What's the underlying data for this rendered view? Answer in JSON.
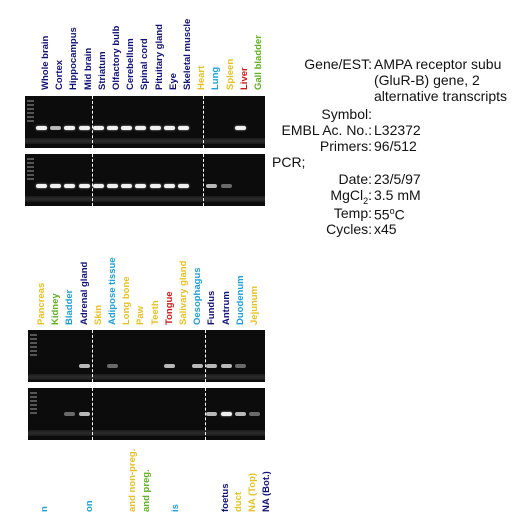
{
  "panel1": {
    "lanes": [
      {
        "label": "Whole brain",
        "color": "#10107a"
      },
      {
        "label": "Cortex",
        "color": "#10107a"
      },
      {
        "label": "Hippocampus",
        "color": "#10107a"
      },
      {
        "label": "Mid brain",
        "color": "#10107a"
      },
      {
        "label": "Striatum",
        "color": "#10107a"
      },
      {
        "label": "Olfactory bulb",
        "color": "#10107a"
      },
      {
        "label": "Cerebellum",
        "color": "#10107a"
      },
      {
        "label": "Spinal cord",
        "color": "#10107a"
      },
      {
        "label": "Pituitary gland",
        "color": "#10107a"
      },
      {
        "label": "Eye",
        "color": "#10107a"
      },
      {
        "label": "Skeletal muscle",
        "color": "#10107a"
      },
      {
        "label": "Heart",
        "color": "#e8c020"
      },
      {
        "label": "Lung",
        "color": "#1ca0d8"
      },
      {
        "label": "Spleen",
        "color": "#e8c020"
      },
      {
        "label": "Liver",
        "color": "#d01818"
      },
      {
        "label": "Gall bladder",
        "color": "#60b020"
      }
    ]
  },
  "panel2": {
    "lanes": [
      {
        "label": "Pancreas",
        "color": "#e8c020"
      },
      {
        "label": "Kidney",
        "color": "#60b020"
      },
      {
        "label": "Bladder",
        "color": "#1ca0d8"
      },
      {
        "label": "Adrenal gland",
        "color": "#10107a"
      },
      {
        "label": "Skin",
        "color": "#e8c020"
      },
      {
        "label": "Adipose tissue",
        "color": "#1ca0d8"
      },
      {
        "label": "Long bone",
        "color": "#e8c020"
      },
      {
        "label": "Paw",
        "color": "#e8c020"
      },
      {
        "label": "Teeth",
        "color": "#e8c020"
      },
      {
        "label": "Tongue",
        "color": "#d01818"
      },
      {
        "label": "Salivary gland",
        "color": "#e8c020"
      },
      {
        "label": "Oesophagus",
        "color": "#1ca0d8"
      },
      {
        "label": "Fundus",
        "color": "#10107a"
      },
      {
        "label": "Antrum",
        "color": "#10107a"
      },
      {
        "label": "Duodenum",
        "color": "#1ca0d8"
      },
      {
        "label": "Jejunum",
        "color": "#e8c020"
      }
    ]
  },
  "panel3": {
    "lanes": [
      {
        "label": "n",
        "color": "#1ca0d8"
      },
      {
        "label": "on",
        "color": "#1ca0d8"
      },
      {
        "label": "and non-preg.",
        "color": "#e8c020"
      },
      {
        "label": "and preg.",
        "color": "#60b020"
      },
      {
        "label": "is",
        "color": "#1ca0d8"
      },
      {
        "label": "foetus",
        "color": "#10107a"
      },
      {
        "label": "duct",
        "color": "#e8c020"
      },
      {
        "label": "NA (Top)",
        "color": "#e8c020"
      },
      {
        "label": "NA (Bot.)",
        "color": "#10107a"
      }
    ]
  },
  "info": {
    "gene_key": "Gene/EST:",
    "gene_line1": "AMPA receptor subu",
    "gene_line2": "(GluR-B) gene, 2",
    "gene_line3": "alternative transcripts",
    "symbol_key": "Symbol:",
    "symbol_val": "",
    "embl_key": "EMBL Ac. No.:",
    "embl_val": "L32372",
    "primers_key": "Primers:",
    "primers_val": "96/512",
    "pcr_key": "PCR;",
    "date_key": "Date:",
    "date_val": "23/5/97",
    "mgcl_key_pre": "MgCl",
    "mgcl_key_sub": "2",
    "mgcl_key_post": ":",
    "mgcl_val": "3.5 mM",
    "temp_key": "Temp:",
    "temp_val_pre": "55",
    "temp_val_sup": "o",
    "temp_val_post": "C",
    "cycles_key": "Cycles:",
    "cycles_val": "x45"
  },
  "gels": {
    "gel1": [
      1,
      0.6,
      1,
      1,
      1,
      1,
      1,
      1,
      1,
      1,
      1,
      0,
      0,
      0,
      0.9,
      0
    ],
    "gel2": [
      1,
      1,
      1,
      1,
      1,
      1,
      1,
      1,
      1,
      1,
      1,
      0,
      0.6,
      0.2,
      0,
      0
    ],
    "gel3": [
      0,
      0,
      0,
      0.7,
      0,
      0.4,
      0,
      0,
      0,
      0.6,
      0,
      0.5,
      0.6,
      0.7,
      0.4,
      0
    ],
    "gel4": [
      0,
      0,
      0.4,
      0.8,
      0,
      0,
      0,
      0,
      0,
      0,
      0,
      0,
      0.7,
      0.9,
      0.8,
      0.3
    ]
  }
}
